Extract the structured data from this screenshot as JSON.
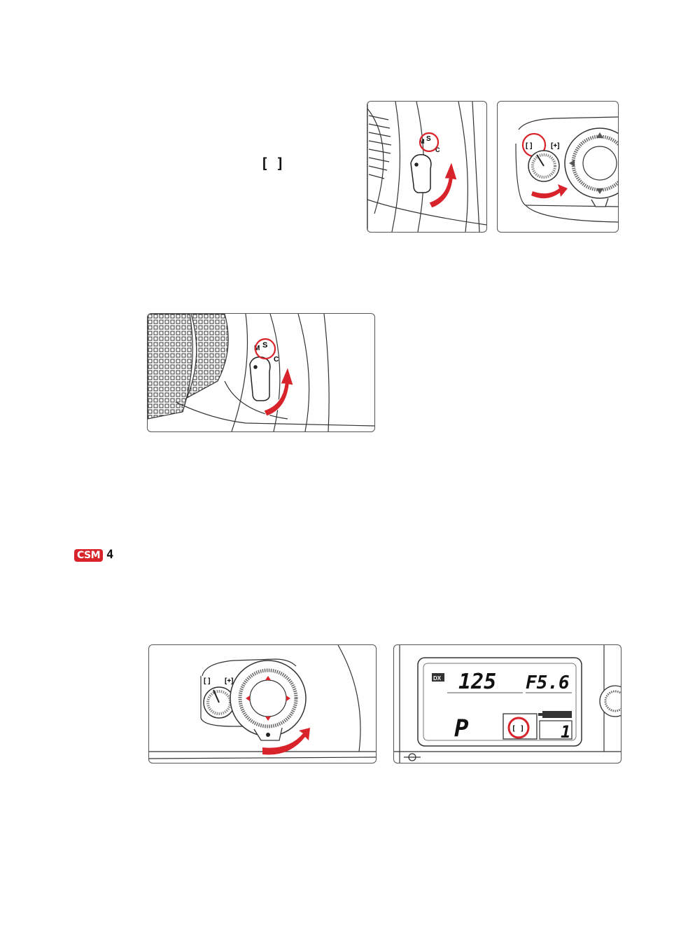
{
  "doc": {
    "inline_glyph": "[ ]",
    "csm": {
      "label": "CSM",
      "number": "4"
    }
  },
  "figures": {
    "focus_mode_selector": {
      "positions": [
        "M",
        "S",
        "C"
      ]
    },
    "area_mode_selector": {
      "single_label": "[ ]",
      "dynamic_label": "[+]"
    },
    "control_panel": {
      "dx": "DX",
      "shutter": "125",
      "aperture": "F5.6",
      "mode": "P",
      "area_icon": "[ ]",
      "frame": "1"
    }
  },
  "colors": {
    "accent": "#d8232a",
    "line": "#333333"
  }
}
